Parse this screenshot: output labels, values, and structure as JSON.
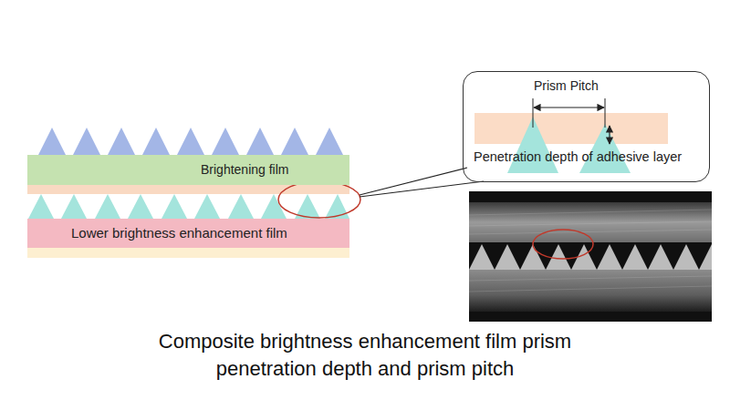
{
  "diagram": {
    "caption": "Composite brightness enhancement film prism penetration depth and prism pitch",
    "nodes": [
      {
        "text": [
          "Brightening film"
        ]
      },
      {
        "text": [
          "Lower brightness enhancement film"
        ]
      },
      {
        "text": [
          "Prism Pitch",
          "Penetration depth of adhesive layer"
        ]
      }
    ]
  }
}
